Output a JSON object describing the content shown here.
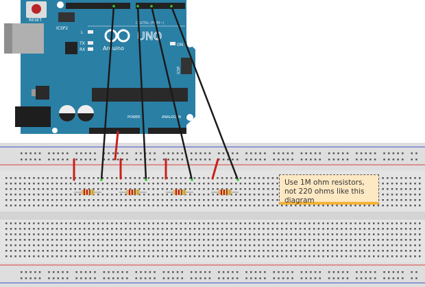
{
  "board": {
    "brand": "Arduino",
    "model": "UNO",
    "reset_label": "RESET",
    "icsp2_label": "ICSP2",
    "icsp_label": "ICSP",
    "led_l": "L",
    "led_tx": "TX",
    "led_rx": "RX",
    "led_on": "ON",
    "digital_label": "DIGITAL (PWM~)",
    "power_label": "POWER",
    "analog_label": "ANALOG IN",
    "color": "#2a7fa5"
  },
  "note": {
    "text": "Use 1M ohm resistors, not 220 ohms like this diagram"
  },
  "colors": {
    "wire_black": "#1a1a1a",
    "wire_red": "#c8201c",
    "breadboard": "#e6e6e6",
    "rail_red": "#d94040",
    "rail_blue": "#4050c8",
    "note_bg": "#fde8c4",
    "note_border": "#f5b335"
  }
}
